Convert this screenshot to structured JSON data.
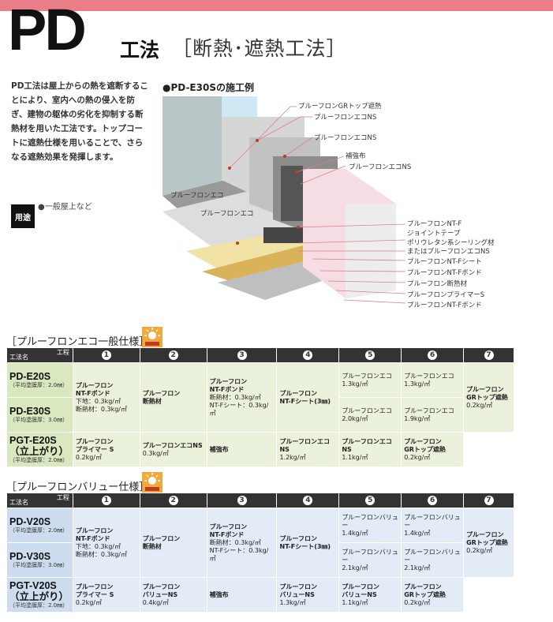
{
  "header": {
    "pd": "PD",
    "koho": "工法",
    "subtitle": "［断熱･遮熱工法］",
    "bar_color": "#ea7e88"
  },
  "intro": {
    "text": "PD工法は屋上からの熱を遮断することにより、室内への熱の侵入を防ぎ、建物の躯体の劣化を抑制する断熱材を用いた工法です。トップコートに遮熱仕様を用いることで、さらなる遮熱効果を発揮します。"
  },
  "youto": {
    "label": "用途",
    "value": "●一般屋上など"
  },
  "example": {
    "title": "●PD-E30Sの施工例",
    "callouts": [
      "プルーフロンGRトップ遮熱",
      "プルーフロンエコNS",
      "プルーフロンエコNS",
      "補強布",
      "プルーフロンエコNS",
      "プルーフロンエコ",
      "プルーフロンエコ",
      "プルーフロンNT-F",
      "ジョイントテープ",
      "ポリウレタン系シーリング材",
      "またはプルーフロンエコNS",
      "プルーフロンNT-Fシート",
      "プルーフロンNT-Fボンド",
      "プルーフロン断熱材",
      "プルーフロンプライマーS",
      "プルーフロンNT-Fボンド"
    ]
  },
  "colors": {
    "eco_header": "#333333",
    "eco_row": "#d9e8bf",
    "val_row": "#cddcef"
  },
  "eco": {
    "title": "［プルーフロンエコ一般仕様］",
    "head": {
      "kotei": "工程",
      "koho": "工法名",
      "steps": [
        "1",
        "2",
        "3",
        "4",
        "5",
        "6",
        "7"
      ]
    },
    "m1": "PD-E20S",
    "m1n": "（平均塗膜厚：2.0㎜）",
    "m2": "PD-E30S",
    "m2n": "（平均塗膜厚：3.0㎜）",
    "m3a": "PGT-E20S",
    "m3b": "（立上がり）",
    "m3n": "（平均塗膜厚：2.0㎜）",
    "s1a": "プルーフロン",
    "s1b": "NT-Fボンド",
    "s1c": "下地：0.3kg/㎡",
    "s1d": "断熱材：0.3kg/㎡",
    "s2a": "プルーフロン",
    "s2b": "断熱材",
    "s3a": "プルーフロン",
    "s3b": "NT-Fボンド",
    "s3c": "断熱材：0.3kg/㎡",
    "s3d": "NT-Fシート：0.3kg/㎡",
    "s4a": "プルーフロン",
    "s4b": "NT-Fシート(3㎜)",
    "r1s5a": "プルーフロンエコ",
    "r1s5b": "1.3kg/㎡",
    "r1s6a": "プルーフロンエコ",
    "r1s6b": "1.3kg/㎡",
    "r2s5a": "プルーフロンエコ",
    "r2s5b": "2.0kg/㎡",
    "r2s6a": "プルーフロンエコ",
    "r2s6b": "1.9kg/㎡",
    "s7a": "プルーフロン",
    "s7b": "GRトップ遮熱",
    "s7c": "0.2kg/㎡",
    "r3s1a": "プルーフロン",
    "r3s1b": "プライマー S",
    "r3s1c": "0.2kg/㎡",
    "r3s2a": "プルーフロンエコNS",
    "r3s2b": "0.3kg/㎡",
    "r3s3a": "補強布",
    "r3s4a": "プルーフロンエコNS",
    "r3s4b": "1.2kg/㎡",
    "r3s5a": "プルーフロンエコNS",
    "r3s5b": "1.1kg/㎡",
    "r3s6a": "プルーフロン",
    "r3s6b": "GRトップ遮熱",
    "r3s6c": "0.2kg/㎡"
  },
  "val": {
    "title": "［プルーフロンバリュー仕様］",
    "head": {
      "kotei": "工程",
      "koho": "工法名",
      "steps": [
        "1",
        "2",
        "3",
        "4",
        "5",
        "6",
        "7"
      ]
    },
    "m1": "PD-V20S",
    "m1n": "（平均塗膜厚：2.0㎜）",
    "m2": "PD-V30S",
    "m2n": "（平均塗膜厚：3.0㎜）",
    "m3a": "PGT-V20S",
    "m3b": "（立上がり）",
    "m3n": "（平均塗膜厚：2.0㎜）",
    "s1a": "プルーフロン",
    "s1b": "NT-Fボンド",
    "s1c": "下地：0.3kg/㎡",
    "s1d": "断熱材：0.3kg/㎡",
    "s2a": "プルーフロン",
    "s2b": "断熱材",
    "s3a": "プルーフロン",
    "s3b": "NT-Fボンド",
    "s3c": "断熱材：0.3kg/㎡",
    "s3d": "NT-Fシート：0.3kg/㎡",
    "s4a": "プルーフロン",
    "s4b": "NT-Fシート(3㎜)",
    "r1s5a": "プルーフロンバリュー",
    "r1s5b": "1.4kg/㎡",
    "r1s6a": "プルーフロンバリュー",
    "r1s6b": "1.4kg/㎡",
    "r2s5a": "プルーフロンバリュー",
    "r2s5b": "2.1kg/㎡",
    "r2s6a": "プルーフロンバリュー",
    "r2s6b": "2.1kg/㎡",
    "s7a": "プルーフロン",
    "s7b": "GRトップ遮熱",
    "s7c": "0.2kg/㎡",
    "r3s1a": "プルーフロン",
    "r3s1b": "プライマー S",
    "r3s1c": "0.2kg/㎡",
    "r3s2a": "プルーフロン",
    "r3s2b": "バリューNS",
    "r3s2c": "0.4kg/㎡",
    "r3s3a": "補強布",
    "r3s4a": "プルーフロン",
    "r3s4b": "バリューNS",
    "r3s4c": "1.3kg/㎡",
    "r3s5a": "プルーフロン",
    "r3s5b": "バリューNS",
    "r3s5c": "1.1kg/㎡",
    "r3s6a": "プルーフロン",
    "r3s6b": "GRトップ遮熱",
    "r3s6c": "0.2kg/㎡"
  }
}
